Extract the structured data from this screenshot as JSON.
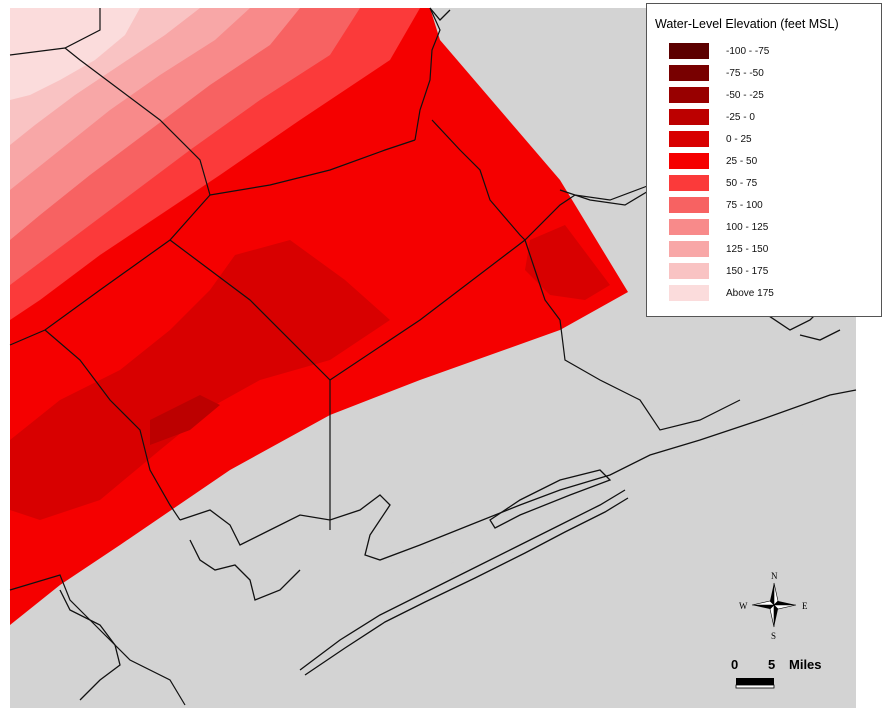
{
  "legend": {
    "title": "Water-Level Elevation (feet MSL)",
    "items": [
      {
        "label": "-100 - -75",
        "color": "#5c0000"
      },
      {
        "label": "-75 - -50",
        "color": "#780000"
      },
      {
        "label": "-50 - -25",
        "color": "#980000"
      },
      {
        "label": "-25 - 0",
        "color": "#bc0000"
      },
      {
        "label": "0 - 25",
        "color": "#d80000"
      },
      {
        "label": "25 - 50",
        "color": "#f50000"
      },
      {
        "label": "50 - 75",
        "color": "#fb3a3a"
      },
      {
        "label": "75 - 100",
        "color": "#f76262"
      },
      {
        "label": "100 - 125",
        "color": "#f88a8a"
      },
      {
        "label": "125 - 150",
        "color": "#f8a7a7"
      },
      {
        "label": "150 - 175",
        "color": "#f9c3c3"
      },
      {
        "label": "Above 175",
        "color": "#fbdcdc"
      }
    ]
  },
  "compass": {
    "n": "N",
    "s": "S",
    "e": "E",
    "w": "W"
  },
  "scale_bar": {
    "start": "0",
    "end": "5",
    "unit": "Miles"
  },
  "colors": {
    "background": "#d3d3d3",
    "land": "#ffffff",
    "boundary": "#111111"
  }
}
